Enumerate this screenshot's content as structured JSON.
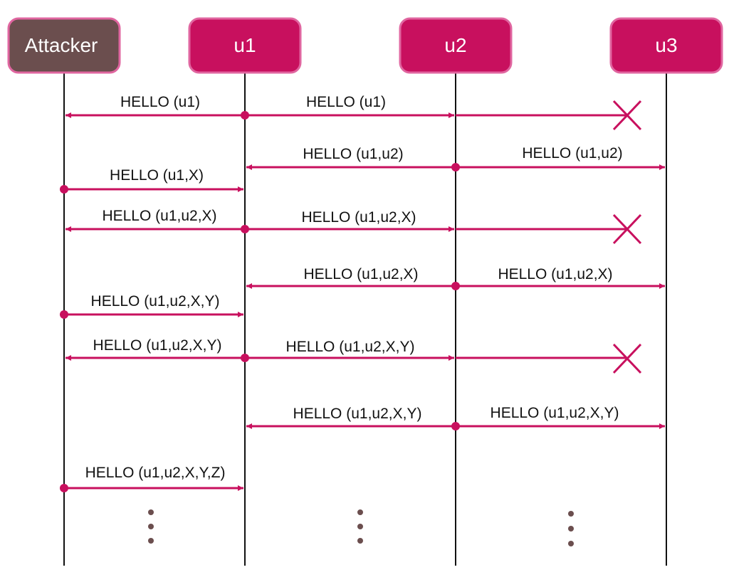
{
  "colors": {
    "accent": "#C8105E",
    "accent_border": "#E066A0",
    "attacker_fill": "#6B4E4E",
    "lifeline": "#111111",
    "text": "#111111",
    "dots": "#6B4E4E"
  },
  "actors": [
    {
      "id": "attacker",
      "label": "Attacker"
    },
    {
      "id": "u1",
      "label": "u1"
    },
    {
      "id": "u2",
      "label": "u2"
    },
    {
      "id": "u3",
      "label": "u3"
    }
  ],
  "messages": [
    {
      "label": "HELLO (u1)",
      "from": "u1",
      "to": "attacker"
    },
    {
      "label": "HELLO (u1)",
      "from": "u1",
      "to": "u2"
    },
    {
      "label": "",
      "from": "u2",
      "to": "u3",
      "blocked": true
    },
    {
      "label": "HELLO (u1,u2)",
      "from": "u2",
      "to": "u1"
    },
    {
      "label": "HELLO (u1,u2)",
      "from": "u2",
      "to": "u3"
    },
    {
      "label": "HELLO (u1,X)",
      "from": "attacker",
      "to": "u1"
    },
    {
      "label": "HELLO (u1,u2,X)",
      "from": "u1",
      "to": "attacker"
    },
    {
      "label": "HELLO (u1,u2,X)",
      "from": "u1",
      "to": "u2"
    },
    {
      "label": "",
      "from": "u2",
      "to": "u3",
      "blocked": true
    },
    {
      "label": "HELLO (u1,u2,X)",
      "from": "u2",
      "to": "u1"
    },
    {
      "label": "HELLO (u1,u2,X)",
      "from": "u2",
      "to": "u3"
    },
    {
      "label": "HELLO (u1,u2,X,Y)",
      "from": "attacker",
      "to": "u1"
    },
    {
      "label": "HELLO (u1,u2,X,Y)",
      "from": "u1",
      "to": "attacker"
    },
    {
      "label": "HELLO (u1,u2,X,Y)",
      "from": "u1",
      "to": "u2"
    },
    {
      "label": "",
      "from": "u2",
      "to": "u3",
      "blocked": true
    },
    {
      "label": "HELLO (u1,u2,X,Y)",
      "from": "u2",
      "to": "u1"
    },
    {
      "label": "HELLO (u1,u2,X,Y)",
      "from": "u2",
      "to": "u3"
    },
    {
      "label": "HELLO (u1,u2,X,Y,Z)",
      "from": "attacker",
      "to": "u1"
    }
  ]
}
